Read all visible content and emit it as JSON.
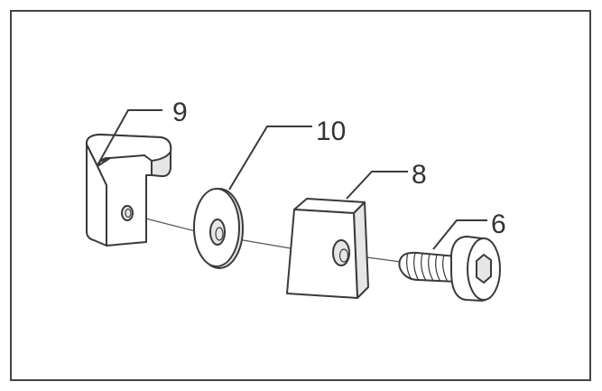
{
  "callouts": {
    "label_9": "9",
    "label_10": "10",
    "label_8": "8",
    "label_6": "6"
  },
  "colors": {
    "stroke": "#3a3a3a",
    "frame": "#444444",
    "background": "#ffffff"
  }
}
